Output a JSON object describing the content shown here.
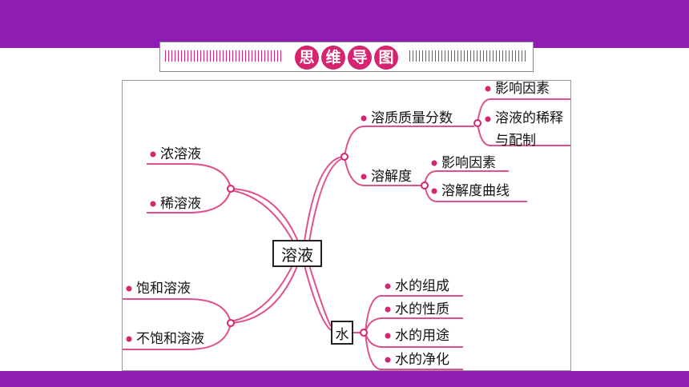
{
  "colors": {
    "brand_purple": "#8e1db3",
    "accent_magenta": "#d6246e",
    "line_pink": "#e0508d"
  },
  "banner": {
    "title_chars": [
      "思",
      "维",
      "导",
      "图"
    ]
  },
  "map": {
    "center": "溶液",
    "left_upper": [
      "浓溶液",
      "稀溶液"
    ],
    "left_lower": [
      "饱和溶液",
      "不饱和溶液"
    ],
    "right_upper": {
      "mass_fraction": {
        "label": "溶质质量分数",
        "children": [
          "影响因素",
          "溶液的稀释与配制"
        ]
      },
      "solubility": {
        "label": "溶解度",
        "children": [
          "影响因素",
          "溶解度曲线"
        ]
      }
    },
    "water": {
      "label": "水",
      "children": [
        "水的组成",
        "水的性质",
        "水的用途",
        "水的净化"
      ]
    }
  }
}
